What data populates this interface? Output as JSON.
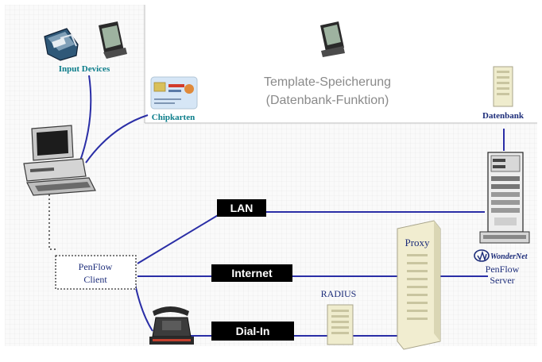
{
  "labels": {
    "input_devices": "Input Devices",
    "chipkarten": "Chipkarten",
    "template_line1": "Template-Speicherung",
    "template_line2": "(Datenbank-Funktion)",
    "datenbank": "Datenbank",
    "client_line1": "PenFlow",
    "client_line2": "Client",
    "lan": "LAN",
    "internet": "Internet",
    "dialin": "Dial-In",
    "proxy": "Proxy",
    "radius": "RADIUS",
    "wondernet": "WonderNet",
    "server_line1": "PenFlow",
    "server_line2": "Server"
  },
  "colors": {
    "link_blue": "#2a2ea6",
    "label_teal": "#0b7d8a",
    "label_navy": "#1d2d7a",
    "tag_bg": "#000000",
    "tag_fg": "#ffffff",
    "panel_grey": "#f0f0f0",
    "dotted_line": "#333333"
  }
}
